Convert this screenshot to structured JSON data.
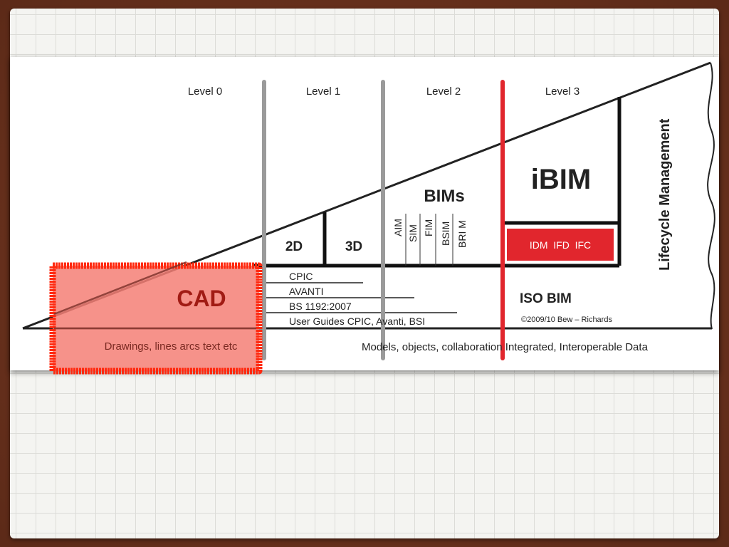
{
  "levels": {
    "level0": "Level 0",
    "level1": "Level 1",
    "level2": "Level 2",
    "level3": "Level 3"
  },
  "lifecycle": "Lifecycle Management",
  "ibim": "iBIM",
  "bims": "BIMs",
  "d2": "2D",
  "d3": "3D",
  "bim_models": [
    "AIM",
    "SIM",
    "FIM",
    "BSIM",
    "BRI M"
  ],
  "idm_ifd_ifc": "IDM  IFD  IFC",
  "cad": "CAD",
  "standards": [
    "CPIC",
    "AVANTI",
    "BS 1192:2007",
    "User Guides CPIC, Avanti, BSI"
  ],
  "iso_bim": "ISO BIM",
  "copyright": "©2009/10 Bew – Richards",
  "bottom_left": "Drawings, lines arcs text etc",
  "bottom_right": "Models, objects, collaboration Integrated, Interoperable Data",
  "colors": {
    "level_divider_gray": "#9a9a9a",
    "level_divider_red": "#e1262d",
    "idm_box": "#e1262d",
    "cad_highlight": "#f47f75",
    "cad_border": "#ff2a10",
    "cad_text": "#a11b14"
  }
}
